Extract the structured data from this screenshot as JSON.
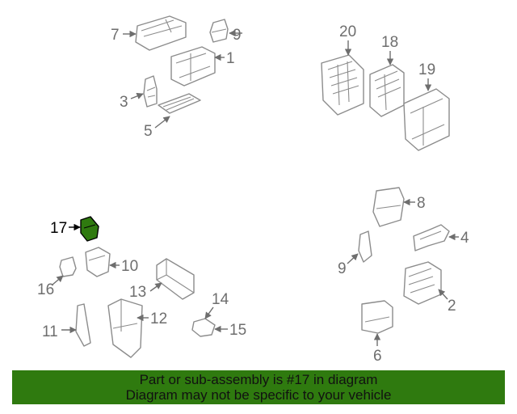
{
  "highlight_color": "#2f7a0f",
  "banner_color": "#2f7a0f",
  "callouts": {
    "c1": "1",
    "c2": "2",
    "c3": "3",
    "c4": "4",
    "c5": "5",
    "c6": "6",
    "c7": "7",
    "c8": "8",
    "c9a": "9",
    "c9b": "9",
    "c10": "10",
    "c11": "11",
    "c12": "12",
    "c13": "13",
    "c14": "14",
    "c15": "15",
    "c16": "16",
    "c17": "17",
    "c18": "18",
    "c19": "19",
    "c20": "20"
  },
  "highlighted_part": "17",
  "banner": {
    "line1": "Part or sub-assembly is #17 in diagram",
    "line2": "Diagram may not be specific to your vehicle"
  }
}
